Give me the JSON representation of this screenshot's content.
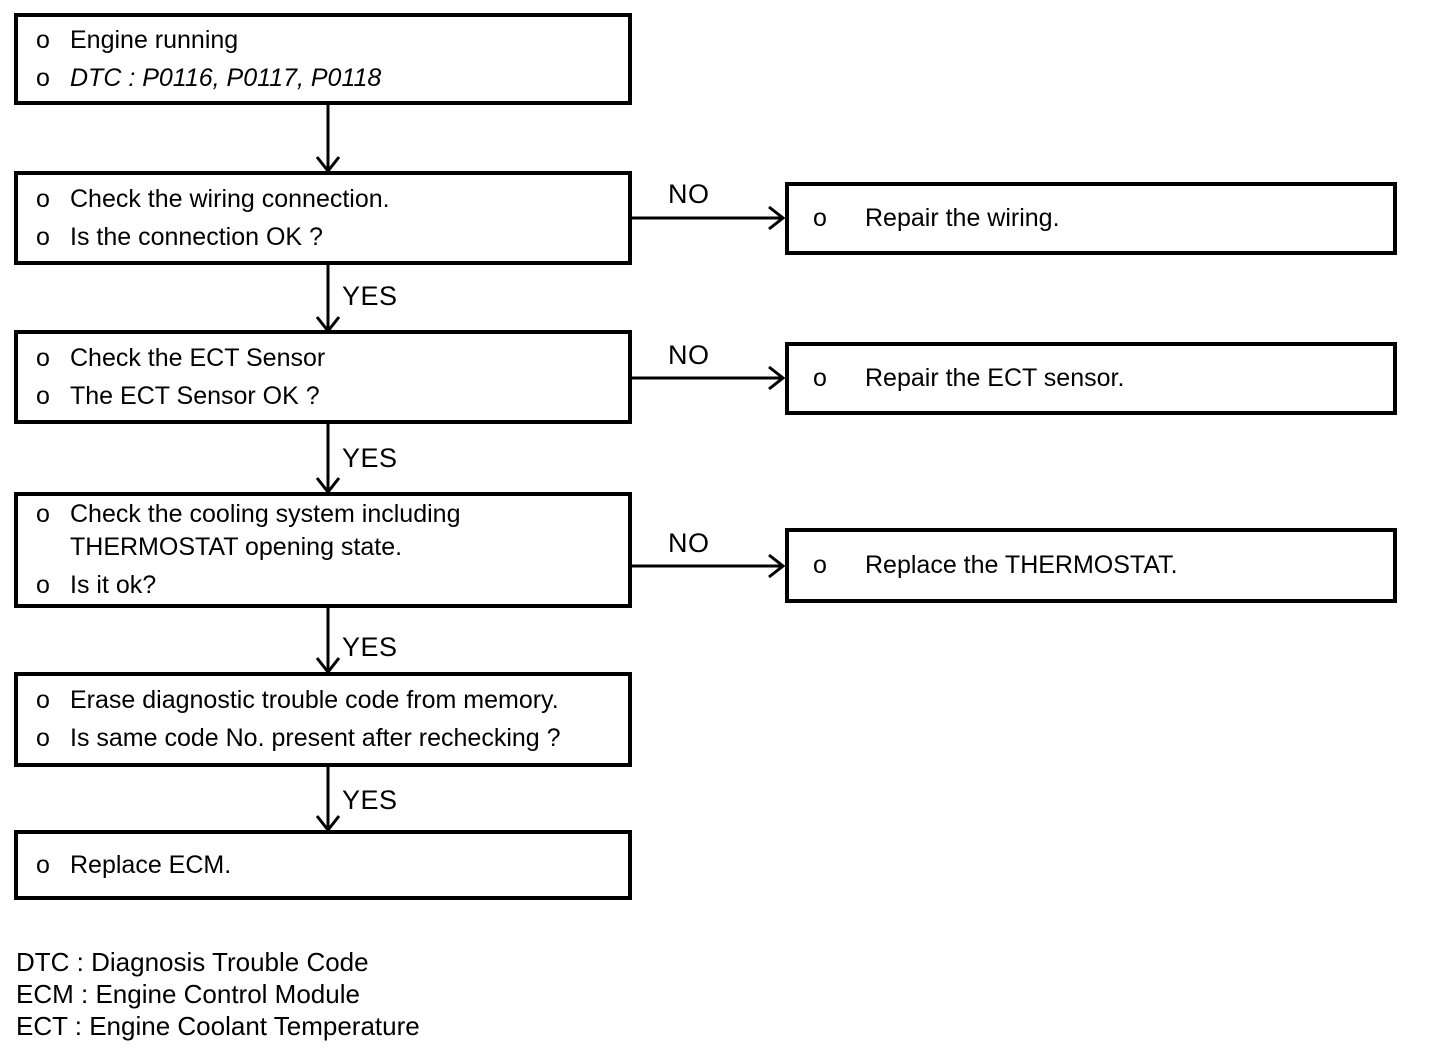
{
  "labels": {
    "yes": "YES",
    "no": "NO",
    "bullet": "o"
  },
  "nodes": {
    "start": {
      "lines": [
        "Engine running",
        "DTC : P0116, P0117, P0118"
      ]
    },
    "check_wiring": {
      "lines": [
        "Check the wiring connection.",
        "Is the connection OK ?"
      ]
    },
    "check_ect": {
      "lines": [
        "Check the ECT Sensor",
        "The ECT Sensor OK ?"
      ]
    },
    "check_cooling": {
      "lines": [
        "Check the cooling system including THERMOSTAT opening state.",
        "Is it ok?"
      ]
    },
    "erase_code": {
      "lines": [
        "Erase diagnostic trouble code from memory.",
        "Is same code No. present after rechecking ?"
      ]
    },
    "replace_ecm": {
      "lines": [
        "Replace ECM."
      ]
    },
    "repair_wiring": {
      "lines": [
        "Repair the wiring."
      ]
    },
    "repair_ect": {
      "lines": [
        "Repair the ECT sensor."
      ]
    },
    "replace_thermostat": {
      "lines": [
        "Replace the THERMOSTAT."
      ]
    }
  },
  "legend": {
    "lines": [
      "DTC : Diagnosis Trouble Code",
      "ECM : Engine Control Module",
      "ECT : Engine Coolant Temperature"
    ]
  },
  "colors": {
    "ink": "#000000",
    "paper": "#ffffff"
  }
}
